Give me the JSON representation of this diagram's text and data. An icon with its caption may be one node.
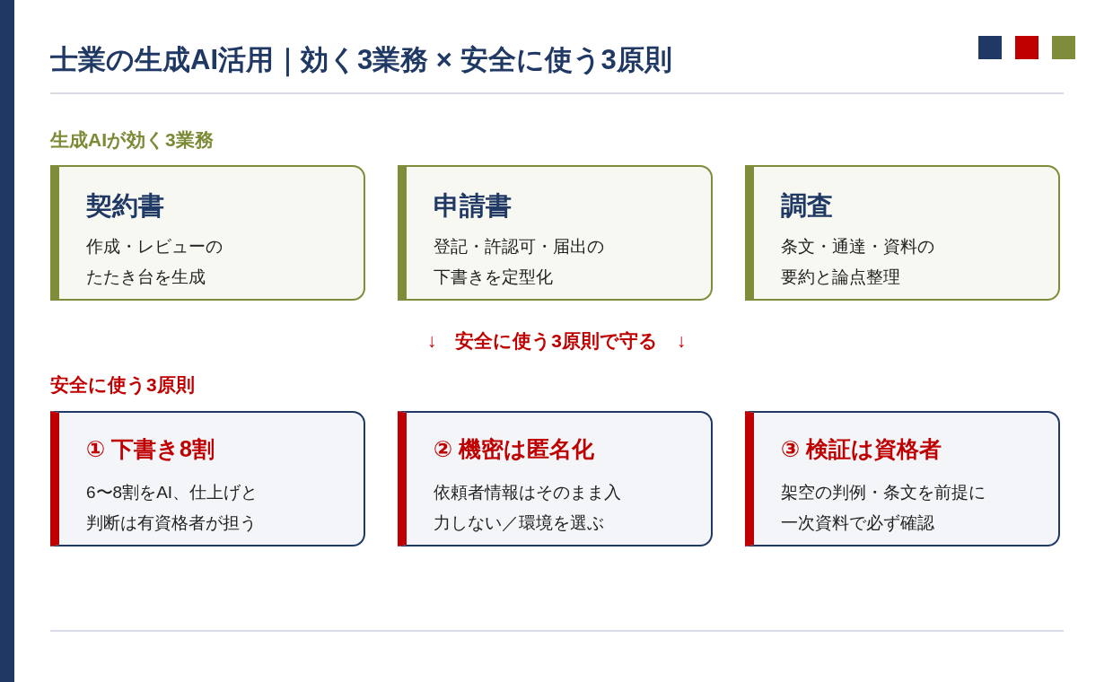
{
  "diagram": {
    "title": "士業の生成AI活用｜効く3業務 × 安全に使う3原則",
    "nodes": [
      {
        "text": [
          "契約書",
          "作成・レビューのたたき台を生成"
        ]
      },
      {
        "text": [
          "申請書",
          "登記・許認可・届出の下書きを定型化"
        ]
      },
      {
        "text": [
          "調査",
          "条文・通達・資料の要約と論点整理"
        ]
      },
      {
        "text": [
          "① 下書き8割",
          "6〜8割をAI、仕上げと判断は有資格者が担う"
        ]
      },
      {
        "text": [
          "② 機密は匿名化",
          "依頼者情報はそのまま入力しない／環境を選ぶ"
        ]
      },
      {
        "text": [
          "③ 検証は資格者",
          "架空の判例・条文を前提に一次資料で必ず確認"
        ]
      }
    ],
    "labels": [
      "生成AIが効く3業務",
      "↓　安全に使う3原則で守る　↓",
      "安全に使う3原則"
    ]
  }
}
